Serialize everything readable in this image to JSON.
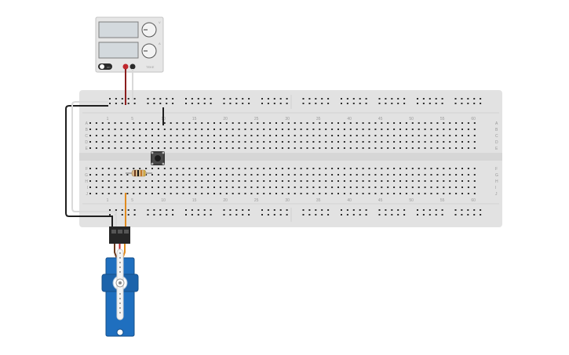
{
  "breadboard": {
    "columns": 63,
    "column_labels": [
      "1",
      "5",
      "10",
      "15",
      "20",
      "25",
      "30",
      "35",
      "40",
      "45",
      "50",
      "55",
      "60"
    ],
    "row_labels_top": [
      "A",
      "B",
      "C",
      "D",
      "E"
    ],
    "row_labels_bottom": [
      "F",
      "G",
      "H",
      "I",
      "J"
    ],
    "body_color": "#e2e2e2",
    "hole_color": "#2b2b2b"
  },
  "power_supply": {
    "brand": "TEKE",
    "on_label": "on",
    "knob_labels": [
      "V",
      "A"
    ]
  },
  "components": {
    "pushbutton": "tactile-pushbutton",
    "resistor": "resistor",
    "servo": "micro-servo"
  },
  "colors": {
    "wire_black": "#1f1f1f",
    "wire_red": "#8b1e1e",
    "wire_white": "#d9d9d9",
    "wire_orange": "#e08a1e",
    "servo_blue": "#1f6fbf",
    "psu_red": "#c0272d"
  }
}
